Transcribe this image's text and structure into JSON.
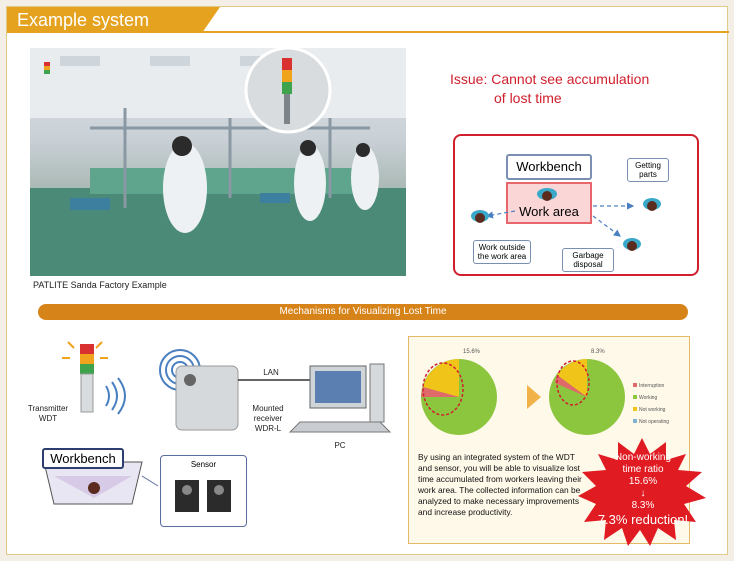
{
  "header": {
    "title": "Example system"
  },
  "photo": {
    "caption": "PATLITE Sanda Factory Example"
  },
  "issue": {
    "line1": "Issue: Cannot see accumulation",
    "line2": "of lost time"
  },
  "diagram": {
    "workbench": "Workbench",
    "work_area": "Work area",
    "getting_parts": "Getting parts",
    "work_outside": "Work outside the work area",
    "garbage": "Garbage disposal"
  },
  "banner": {
    "text": "Mechanisms for Visualizing Lost Time"
  },
  "system": {
    "transmitter": "Transmitter WDT",
    "lan": "LAN",
    "receiver": "Mounted receiver WDR-L",
    "pc": "PC",
    "workbench": "Workbench",
    "sensor": "Sensor"
  },
  "result": {
    "pie_before_label": "15.6%",
    "pie_after_label": "8.3%",
    "legend": [
      "Interruption",
      "Working",
      "Not working",
      "Not operating"
    ],
    "description": "By using an integrated system of the WDT and sensor, you will be able to visualize lost time accumulated from workers leaving their work area. The collected information can be analyzed to make necessary improvements and increase productivity."
  },
  "callout": {
    "line1": "Non-working",
    "line2": "time ratio",
    "line3": "15.6%",
    "arrow": "↓",
    "line4": "8.3%",
    "line5": "7.3% reduction!"
  },
  "colors": {
    "accent": "#e5a21f",
    "issue_red": "#d0202d",
    "banner": "#d6831a",
    "pie_green": "#8cc63f"
  }
}
